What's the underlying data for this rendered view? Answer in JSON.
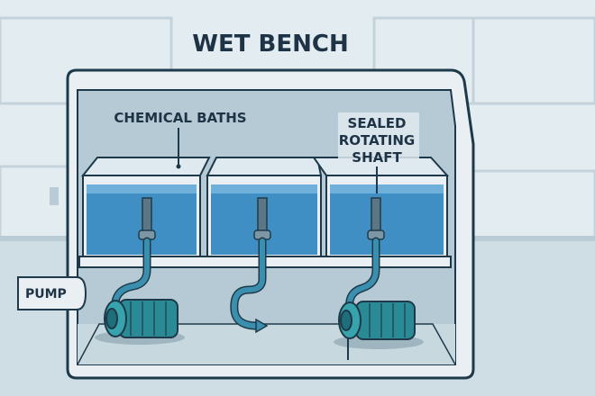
{
  "title": "WET BENCH",
  "labels": {
    "chemical_baths": "CHEMICAL BATHS",
    "sealed_line1": "SEALED",
    "sealed_line2": "ROTATING",
    "sealed_line3": "SHAFT",
    "pump": "PUMP"
  },
  "colors": {
    "background": "#dbe6ec",
    "outline": "#1e3a4a",
    "water": "#3f8fc4",
    "pump": "#2a8a96",
    "title": "#1f3b57"
  }
}
